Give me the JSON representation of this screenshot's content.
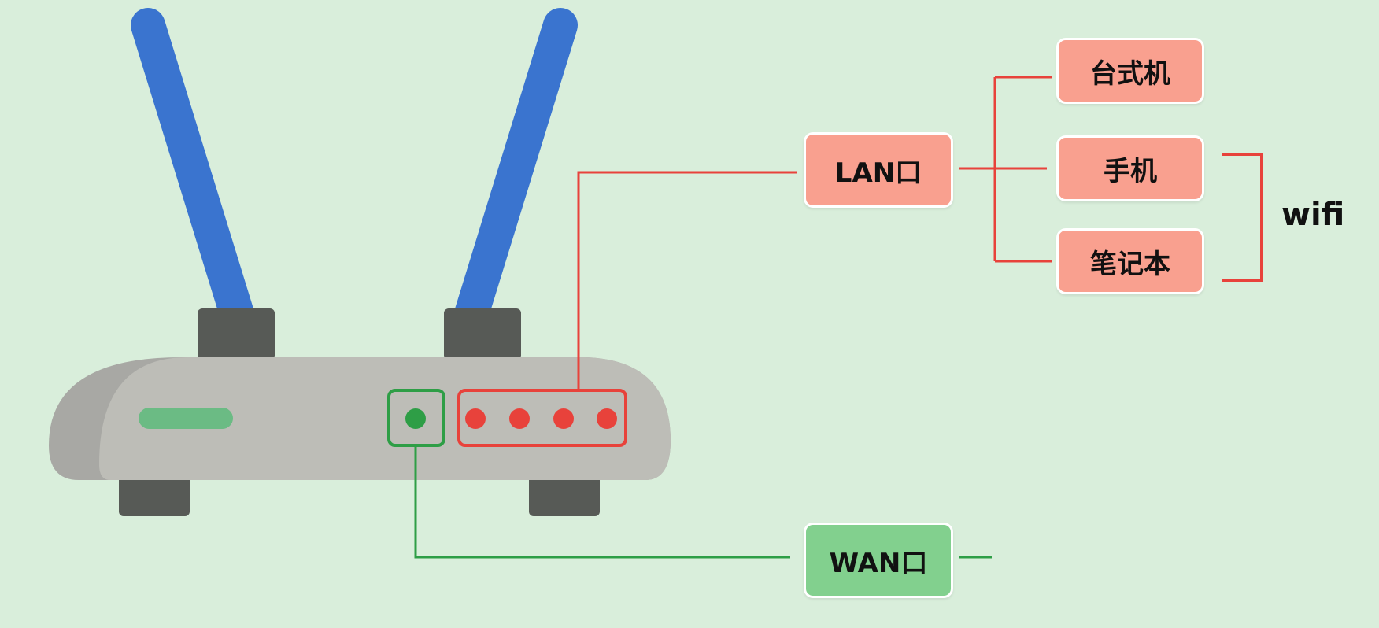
{
  "nodes": {
    "lan_port": "LAN口",
    "wan_port": "WAN口",
    "desktop": "台式机",
    "phone": "手机",
    "laptop": "笔记本"
  },
  "wifi_label": "wifi",
  "colors": {
    "background": "#d9eedb",
    "lan_accent": "#e8423b",
    "lan_box": "#f9a08f",
    "wan_accent": "#2e9e46",
    "wan_box": "#82d08e",
    "antenna": "#3a74cf",
    "router_body": "#bdbdb7",
    "router_dark": "#575a56"
  }
}
